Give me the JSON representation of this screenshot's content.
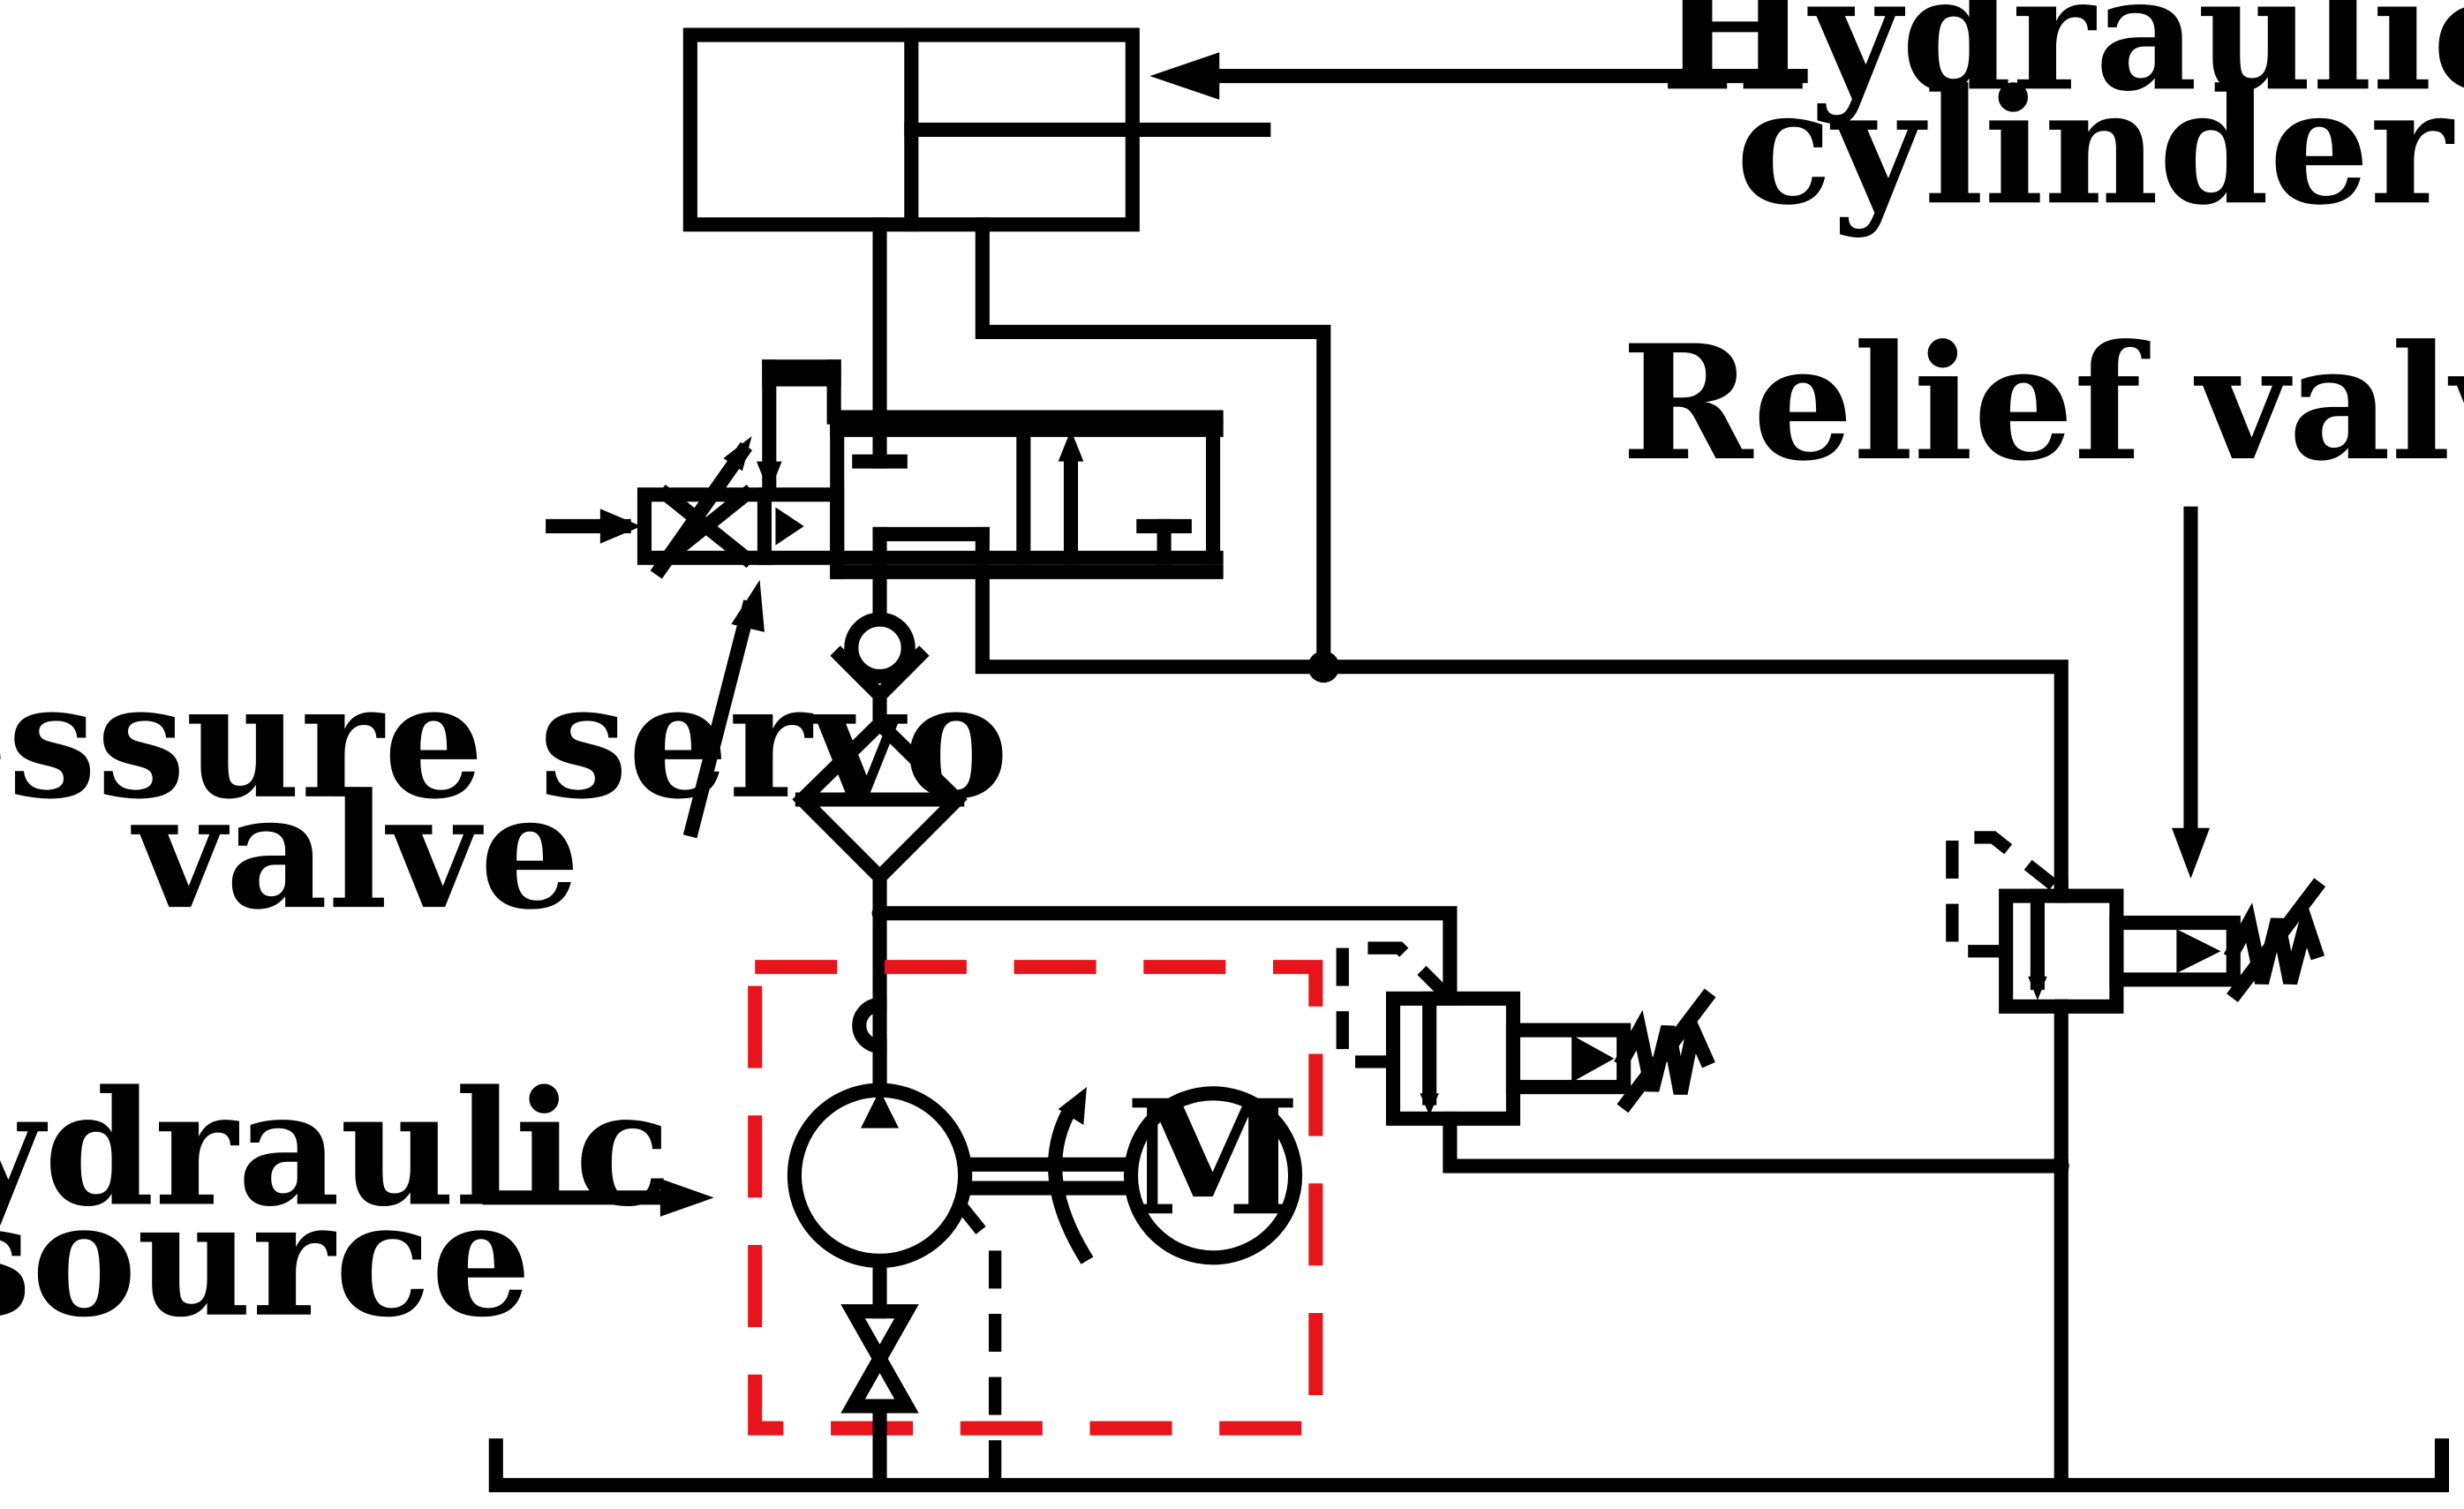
{
  "labels": {
    "cylinder_line1": "Hydraulic",
    "cylinder_line2": "cylinder",
    "relief_valve": "Relief valve",
    "servo_line1": "Pressure servo",
    "servo_line2": "valve",
    "source_line1": "Hydraulic",
    "source_line2": "source",
    "motor_symbol": "M"
  },
  "colors": {
    "line": "#000000",
    "source_boundary": "#e8141c",
    "background": "#ffffff"
  }
}
